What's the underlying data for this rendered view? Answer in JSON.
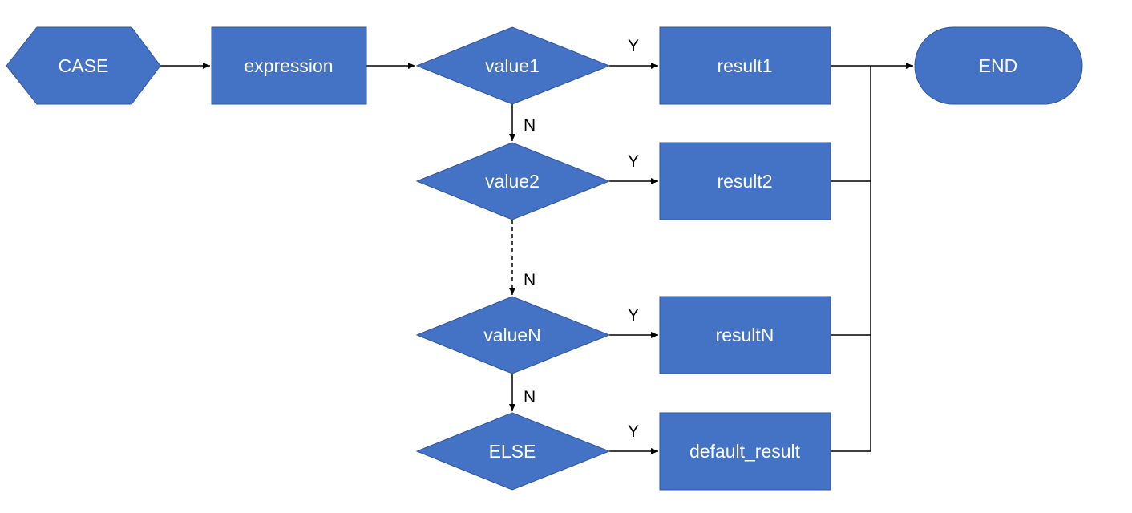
{
  "nodes": {
    "case": "CASE",
    "expression": "expression",
    "value1": "value1",
    "value2": "value2",
    "valueN": "valueN",
    "else": "ELSE",
    "result1": "result1",
    "result2": "result2",
    "resultN": "resultN",
    "default_result": "default_result",
    "end": "END"
  },
  "edge_labels": {
    "yes": "Y",
    "no": "N"
  },
  "colors": {
    "node_fill": "#4472c4",
    "node_stroke": "#2f5597",
    "node_text": "#ffffff",
    "line": "#000000"
  }
}
